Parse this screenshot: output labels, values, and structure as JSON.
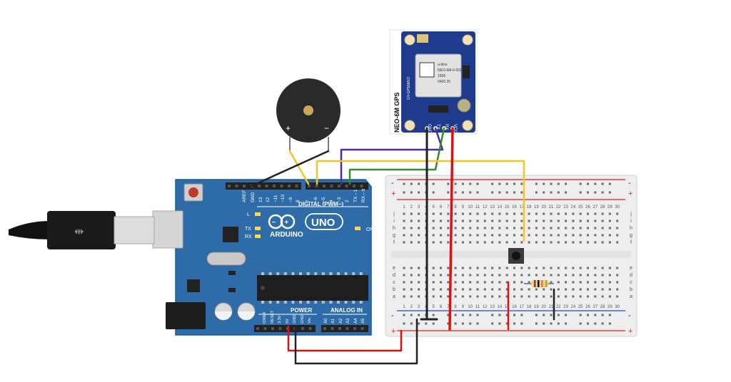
{
  "gps_module": {
    "title": "NEO-6M GPS",
    "pins": [
      "GND",
      "TX",
      "RX",
      "VCC"
    ],
    "board_text": "GY-GPS6MV2",
    "chip_line1": "u-blox",
    "chip_line2": "NEO-6M-0-001",
    "chip_line3": "1606",
    "chip_line4": "0400 25"
  },
  "arduino": {
    "brand": "ARDUINO",
    "model": "UNO",
    "digital_label": "DIGITAL (PWM~)",
    "power_label": "POWER",
    "analog_label": "ANALOG IN",
    "on_label": "ON",
    "l_label": "L",
    "tx_label": "TX",
    "rx_label": "RX",
    "top_pin_labels": [
      "AREF",
      "GND",
      "13",
      "12",
      "~11",
      "~10",
      "~9",
      "8",
      "7",
      "~6",
      "~5",
      "4",
      "~3",
      "2",
      "TX→1",
      "RX←0"
    ],
    "power_pin_labels": [
      "IOREF",
      "RESET",
      "3.3V",
      "5V",
      "GND",
      "GND",
      "Vin"
    ],
    "analog_pin_labels": [
      "A0",
      "A1",
      "A2",
      "A3",
      "A4",
      "A5"
    ]
  },
  "breadboard": {
    "columns": [
      "1",
      "2",
      "3",
      "4",
      "5",
      "6",
      "7",
      "8",
      "9",
      "10",
      "11",
      "12",
      "13",
      "14",
      "15",
      "16",
      "17",
      "18",
      "19",
      "20",
      "21",
      "22",
      "23",
      "24",
      "25",
      "26",
      "27",
      "28",
      "29",
      "30"
    ],
    "rows_top": [
      "j",
      "i",
      "h",
      "g",
      "f"
    ],
    "rows_bottom": [
      "e",
      "d",
      "c",
      "b",
      "a"
    ],
    "rail_plus": "+",
    "rail_minus": "-"
  },
  "buzzer": {
    "plus": "+",
    "minus": "−"
  },
  "colors": {
    "board_blue": "#2d6ca8",
    "gps_blue": "#1f3b8e",
    "wire_black": "#222222",
    "wire_red": "#e01010",
    "wire_yellow": "#f2c62b",
    "wire_purple": "#4a2aa8",
    "wire_green": "#2f8f2f",
    "rail_red": "#d62020",
    "rail_blue": "#1f4fd6"
  }
}
